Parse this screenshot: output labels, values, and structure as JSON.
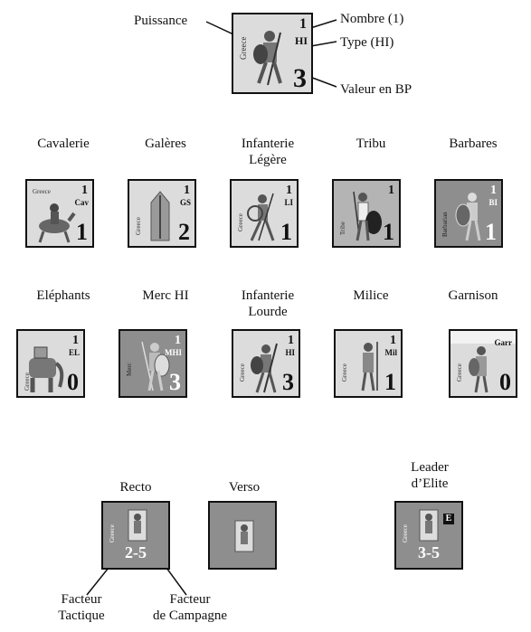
{
  "legend": {
    "puissance": "Puissance",
    "nombre": "Nombre (1)",
    "type": "Type (HI)",
    "valeur": "Valeur en BP",
    "counter": {
      "nation": "Greece",
      "count": "1",
      "type": "HI",
      "value": "3"
    }
  },
  "row1": [
    {
      "label": "Cavalerie",
      "nation": "Greece",
      "count": "1",
      "type": "Cav",
      "value": "1"
    },
    {
      "label": "Galères",
      "nation": "Greece",
      "count": "1",
      "type": "GS",
      "value": "2"
    },
    {
      "label": "Infanterie\nLégère",
      "nation": "Greece",
      "count": "1",
      "type": "LI",
      "value": "1"
    },
    {
      "label": "Tribu",
      "nation": "Tribe",
      "count": "1",
      "type": "",
      "value": "1"
    },
    {
      "label": "Barbares",
      "nation": "Barbarian",
      "count": "1",
      "type": "BI",
      "value": "1"
    }
  ],
  "row2": [
    {
      "label": "Eléphants",
      "nation": "Greece",
      "count": "1",
      "type": "EL",
      "value": "0"
    },
    {
      "label": "Merc HI",
      "nation": "Merc",
      "count": "1",
      "type": "MHI",
      "value": "3"
    },
    {
      "label": "Infanterie\nLourde",
      "nation": "Greece",
      "count": "1",
      "type": "HI",
      "value": "3"
    },
    {
      "label": "Milice",
      "nation": "Greece",
      "count": "1",
      "type": "Mil",
      "value": "1"
    },
    {
      "label": "Garnison",
      "nation": "Greece",
      "count": "",
      "type": "Garr",
      "value": "0"
    }
  ],
  "leaders": {
    "recto": {
      "label": "Recto",
      "nation": "Greece",
      "value": "2-5"
    },
    "verso": {
      "label": "Verso"
    },
    "elite": {
      "label": "Leader\nd’Elite",
      "nation": "Greece",
      "badge": "E",
      "value": "3-5"
    },
    "facteur_tactique": "Facteur\nTactique",
    "facteur_campagne": "Facteur\nde Campagne"
  }
}
